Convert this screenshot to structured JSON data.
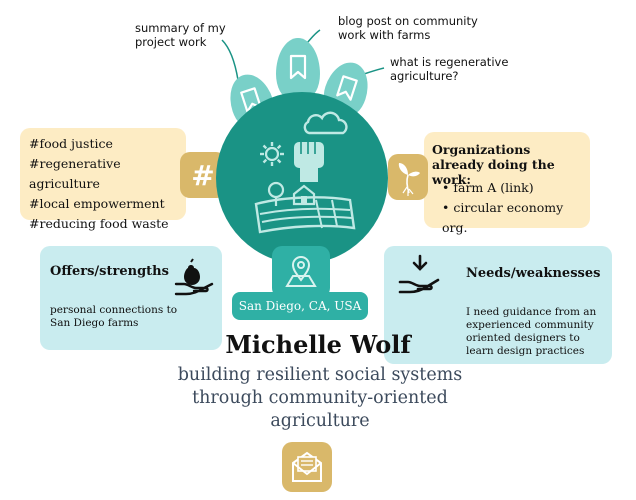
{
  "colors": {
    "teal_dark": "#1a9385",
    "teal_mid": "#2fb0a5",
    "teal_light": "#79d0c8",
    "yellow_bg": "#fdecc4",
    "gold": "#d9b86a",
    "blue_bg": "#c9ecef",
    "text_dark": "#111111",
    "subtitle": "#3c4a5c"
  },
  "annotations": {
    "summary": "summary of my project work",
    "blog": "blog post on community work with farms",
    "regen": "what is regenerative agriculture?"
  },
  "hashtags": {
    "icon": "hash-icon",
    "items": [
      "#food justice",
      "#regenerative agriculture",
      "#local empowerment",
      "#reducing food waste"
    ]
  },
  "organizations": {
    "icon": "sprout-icon",
    "title": "Organizations already doing the work:",
    "items": [
      "farm A (link)",
      "circular economy org."
    ]
  },
  "offers": {
    "icon": "hand-giving-icon",
    "title": "Offers/strengths",
    "text": "personal connections to San Diego farms"
  },
  "needs": {
    "icon": "hand-receiving-icon",
    "title": "Needs/weaknesses",
    "text": "I need guidance from an experienced community oriented designers to learn design practices"
  },
  "location": {
    "icon": "map-pin-icon",
    "label": "San Diego, CA, USA"
  },
  "person": {
    "name": "Michelle Wolf",
    "tagline": "building resilient social systems through community-oriented agriculture"
  },
  "contact": {
    "icon": "envelope-icon"
  }
}
